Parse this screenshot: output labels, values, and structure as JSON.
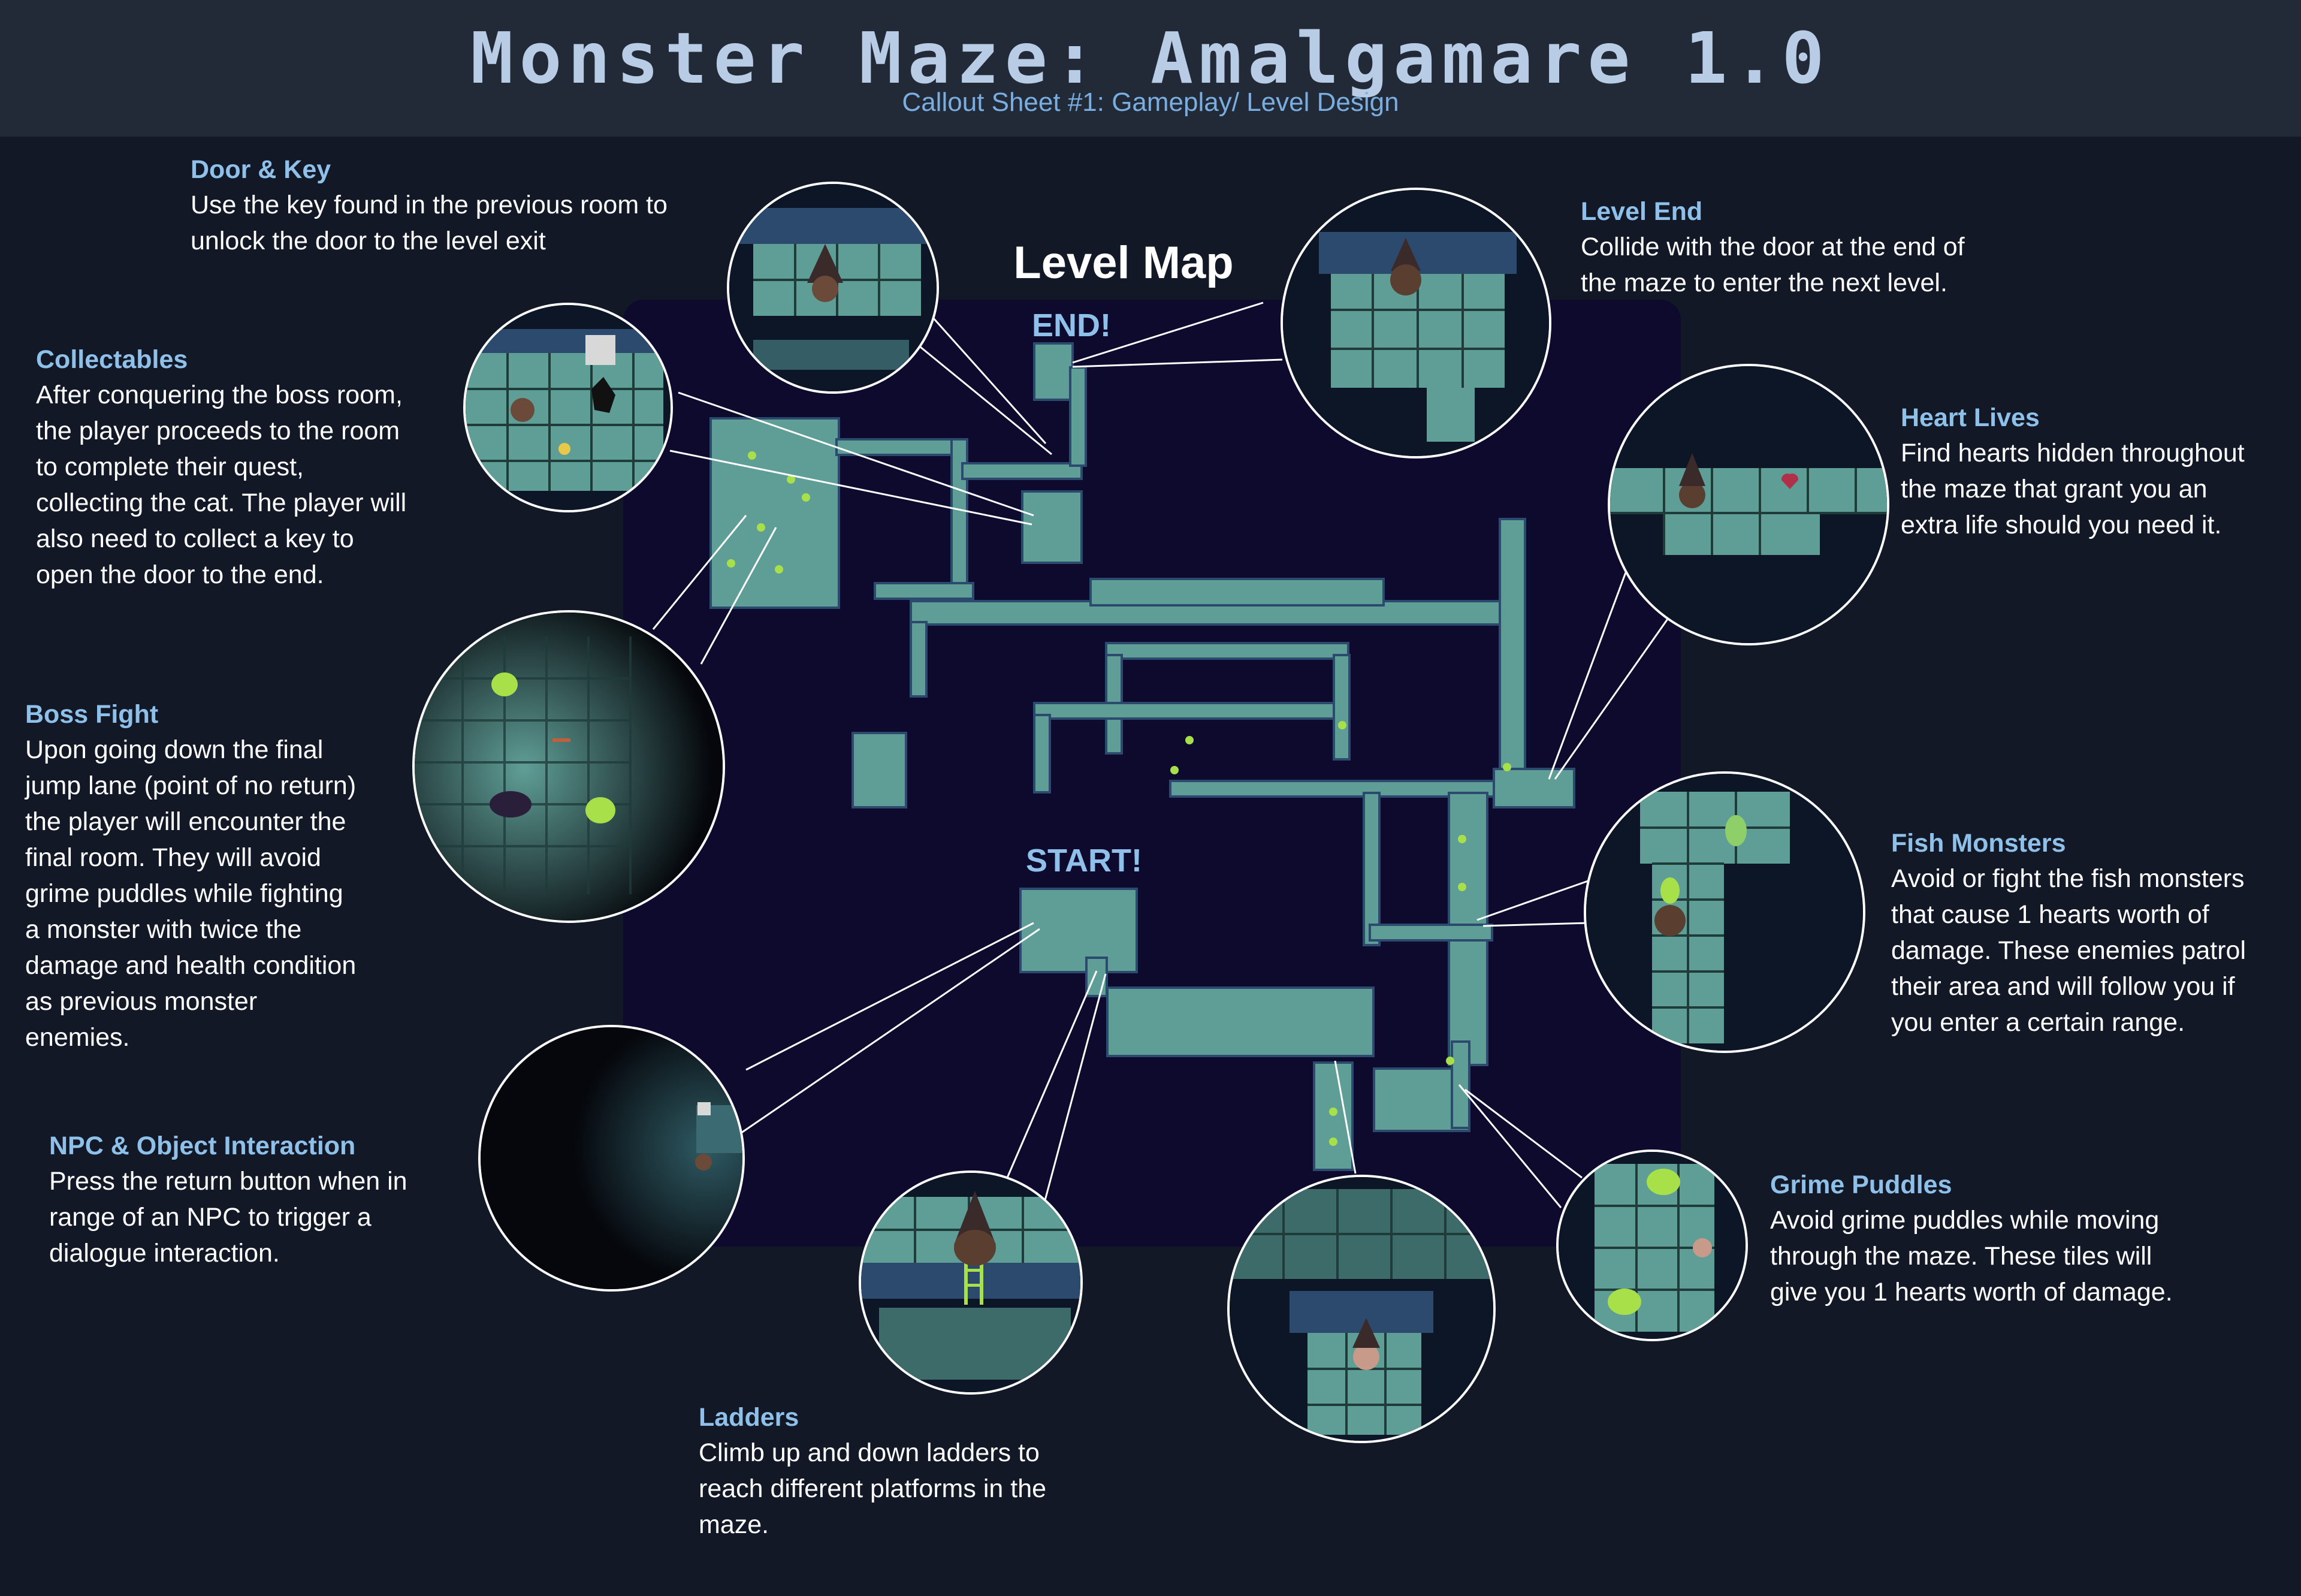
{
  "header": {
    "title": "Monster Maze: Amalgamare 1.0",
    "subtitle": "Callout Sheet #1: Gameplay/ Level Design"
  },
  "map": {
    "title": "Level Map",
    "end_label": "END!",
    "start_label": "START!"
  },
  "callouts": {
    "door_key": {
      "title": "Door & Key",
      "lines": [
        "Use the key found in the previous room to",
        "unlock the door to the level exit"
      ]
    },
    "collectables": {
      "title": "Collectables",
      "lines": [
        "After conquering the boss room,",
        "the player proceeds to the room",
        "to complete their quest,",
        "collecting the cat. The player will",
        "also need to collect a key to",
        "open the door to the end."
      ]
    },
    "boss_fight": {
      "title": "Boss Fight",
      "lines": [
        "Upon going down the final",
        "jump lane (point of no return)",
        "the player will encounter the",
        "final room. They will avoid",
        "grime puddles while fighting",
        "a monster with twice the",
        "damage and health condition",
        "as previous monster",
        "enemies."
      ]
    },
    "npc": {
      "title": "NPC & Object Interaction",
      "lines": [
        "Press the return button when in",
        "range of an NPC to trigger a",
        "dialogue interaction."
      ]
    },
    "ladders": {
      "title": "Ladders",
      "lines": [
        "Climb up and down ladders to",
        "reach different platforms in the",
        "maze."
      ]
    },
    "level_end": {
      "title": "Level End",
      "lines": [
        "Collide with the door at the end of",
        "the maze to enter the next level."
      ]
    },
    "heart_lives": {
      "title": "Heart Lives",
      "lines": [
        "Find hearts hidden throughout",
        "the maze that grant you an",
        "extra life should you need it."
      ]
    },
    "fish_monsters": {
      "title": "Fish Monsters",
      "lines": [
        "Avoid or fight the fish monsters",
        "that cause 1 hearts worth of",
        "damage. These enemies patrol",
        "their area and will follow you if",
        "you enter a certain range."
      ]
    },
    "grime_puddles": {
      "title": "Grime Puddles",
      "lines": [
        "Avoid grime puddles while moving",
        "through the maze. These tiles will",
        "give you 1 hearts worth of damage."
      ]
    }
  },
  "colors": {
    "background": "#121826",
    "header": "#222a38",
    "title": "#b9cce6",
    "accent": "#8fc0ea",
    "map_bg": "#0d0a2e",
    "floor": "#5f9e96",
    "wall": "#2c4a6e",
    "grime": "#a8e04a"
  }
}
